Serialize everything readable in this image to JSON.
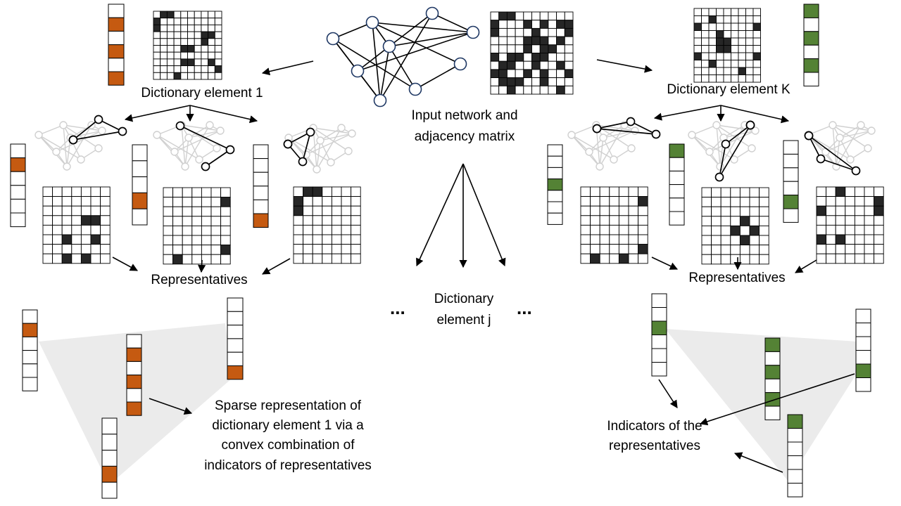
{
  "colors": {
    "orange": "#c55a11",
    "green": "#548235",
    "filled": "#262626",
    "faded": "#d0d0d0",
    "hull": "#ebebeb"
  },
  "labels": {
    "dict_1": "Dictionary element 1",
    "dict_k": "Dictionary element K",
    "input_line1": "Input network and",
    "input_line2": "adjacency matrix",
    "reps_left": "Representatives",
    "reps_right": "Representatives",
    "dict_j_line1": "Dictionary",
    "dict_j_line2": "element j",
    "ellipsis_left": "...",
    "ellipsis_right": "...",
    "sparse_line1": "Sparse representation of",
    "sparse_line2": "dictionary element 1 via a",
    "sparse_line3": "convex combination of",
    "sparse_line4": "indicators of representatives",
    "indicators_line1": "Indicators of the",
    "indicators_line2": "representatives"
  },
  "matrices": {
    "input": [
      "0110000000",
      "1000101011",
      "1000010001",
      "0000111010",
      "0000101100",
      "1011011000",
      "0110010010",
      "1100101001",
      "0111001000",
      "0010000010"
    ],
    "dict1": [
      "0110000000",
      "1000000000",
      "1000000000",
      "0000000110",
      "0000000100",
      "0000110000",
      "0000000000",
      "0000110010",
      "0000000001",
      "0001000000"
    ],
    "dictK": [
      "000000000",
      "001000000",
      "100000001",
      "000100000",
      "000110000",
      "000110000",
      "100000001",
      "001000000",
      "000000100",
      "000000000"
    ],
    "l1": [
      "0000000",
      "0000000",
      "0000000",
      "0000110",
      "0000000",
      "0010010",
      "0000000",
      "0010100"
    ],
    "l2": [
      "0000000",
      "0000001",
      "0000000",
      "0000000",
      "0000000",
      "0000000",
      "0000001",
      "0100000"
    ],
    "l3": [
      "0110000",
      "1000000",
      "1000000",
      "0000000",
      "0000000",
      "0000000",
      "0000000",
      "0000000"
    ],
    "r1": [
      "0000000",
      "0000001",
      "0000000",
      "0000000",
      "0000000",
      "0000000",
      "0000001",
      "0100100"
    ],
    "r2": [
      "0000000",
      "0000000",
      "0000000",
      "0000100",
      "0001010",
      "0000100",
      "0000000",
      "0000000"
    ],
    "r3": [
      "0010000",
      "0000001",
      "1000001",
      "0000000",
      "0000000",
      "1010000",
      "0000000",
      "0000000"
    ]
  },
  "vectors": {
    "dict1_vec": [
      "",
      "o",
      "",
      "o",
      "",
      "o"
    ],
    "dictK_vec": [
      "g",
      "",
      "g",
      "",
      "g",
      ""
    ],
    "l1_vec": [
      "",
      "o",
      "",
      "",
      "",
      ""
    ],
    "l2_vec": [
      "",
      "",
      "",
      "o",
      ""
    ],
    "l3_vec": [
      "",
      "",
      "",
      "",
      "",
      "o"
    ],
    "r1_vec": [
      "",
      "",
      "",
      "g",
      "",
      "",
      ""
    ],
    "r2_vec": [
      "g",
      "",
      "",
      "",
      "",
      ""
    ],
    "r3_vec": [
      "",
      "",
      "",
      "",
      "g",
      ""
    ],
    "sparse_a": [
      "",
      "o",
      "",
      "",
      "",
      ""
    ],
    "sparse_b": [
      "",
      "o",
      "",
      "o",
      "",
      "o"
    ],
    "sparse_c": [
      "",
      "",
      "",
      "",
      "",
      "o"
    ],
    "sparse_d": [
      "",
      "",
      "",
      "o",
      ""
    ],
    "ind_a": [
      "",
      "",
      "g",
      "",
      "",
      ""
    ],
    "ind_b": [
      "g",
      "",
      "g",
      "",
      "g",
      ""
    ],
    "ind_c": [
      "",
      "",
      "",
      "",
      "g",
      ""
    ],
    "ind_d": [
      "g",
      "",
      "",
      "",
      "",
      ""
    ]
  }
}
